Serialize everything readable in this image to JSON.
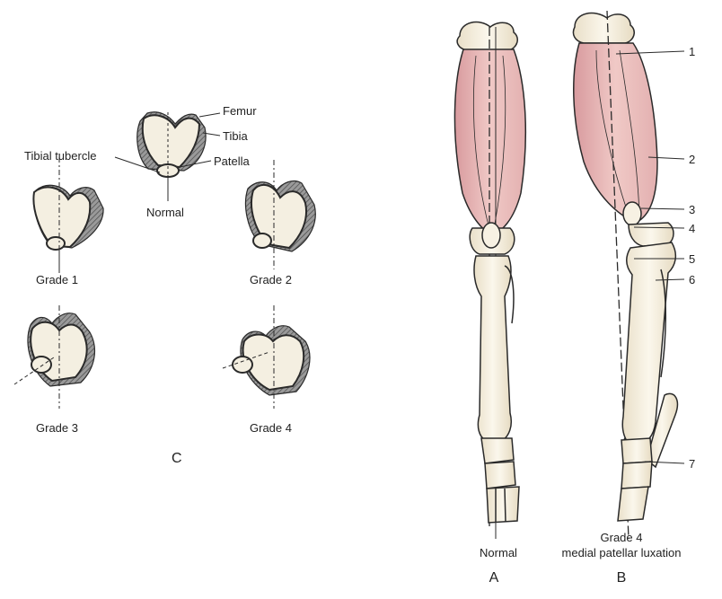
{
  "panel_c": {
    "letter": "C",
    "anatomy_labels": {
      "femur": "Femur",
      "tibia": "Tibia",
      "patella": "Patella",
      "tibial_tubercle": "Tibial tubercle"
    },
    "grades": [
      "Normal",
      "Grade 1",
      "Grade 2",
      "Grade 3",
      "Grade 4"
    ]
  },
  "panel_a": {
    "letter": "A",
    "caption": "Normal"
  },
  "panel_b": {
    "letter": "B",
    "caption_line1": "Grade 4",
    "caption_line2": "medial patellar luxation",
    "callouts": [
      "1",
      "2",
      "3",
      "4",
      "5",
      "6",
      "7"
    ]
  },
  "colors": {
    "muscle": "#e9b8b8",
    "bone_fill": "#f7f1e3",
    "outline": "#2a2a2a",
    "shadow": "#8a8a8a"
  }
}
